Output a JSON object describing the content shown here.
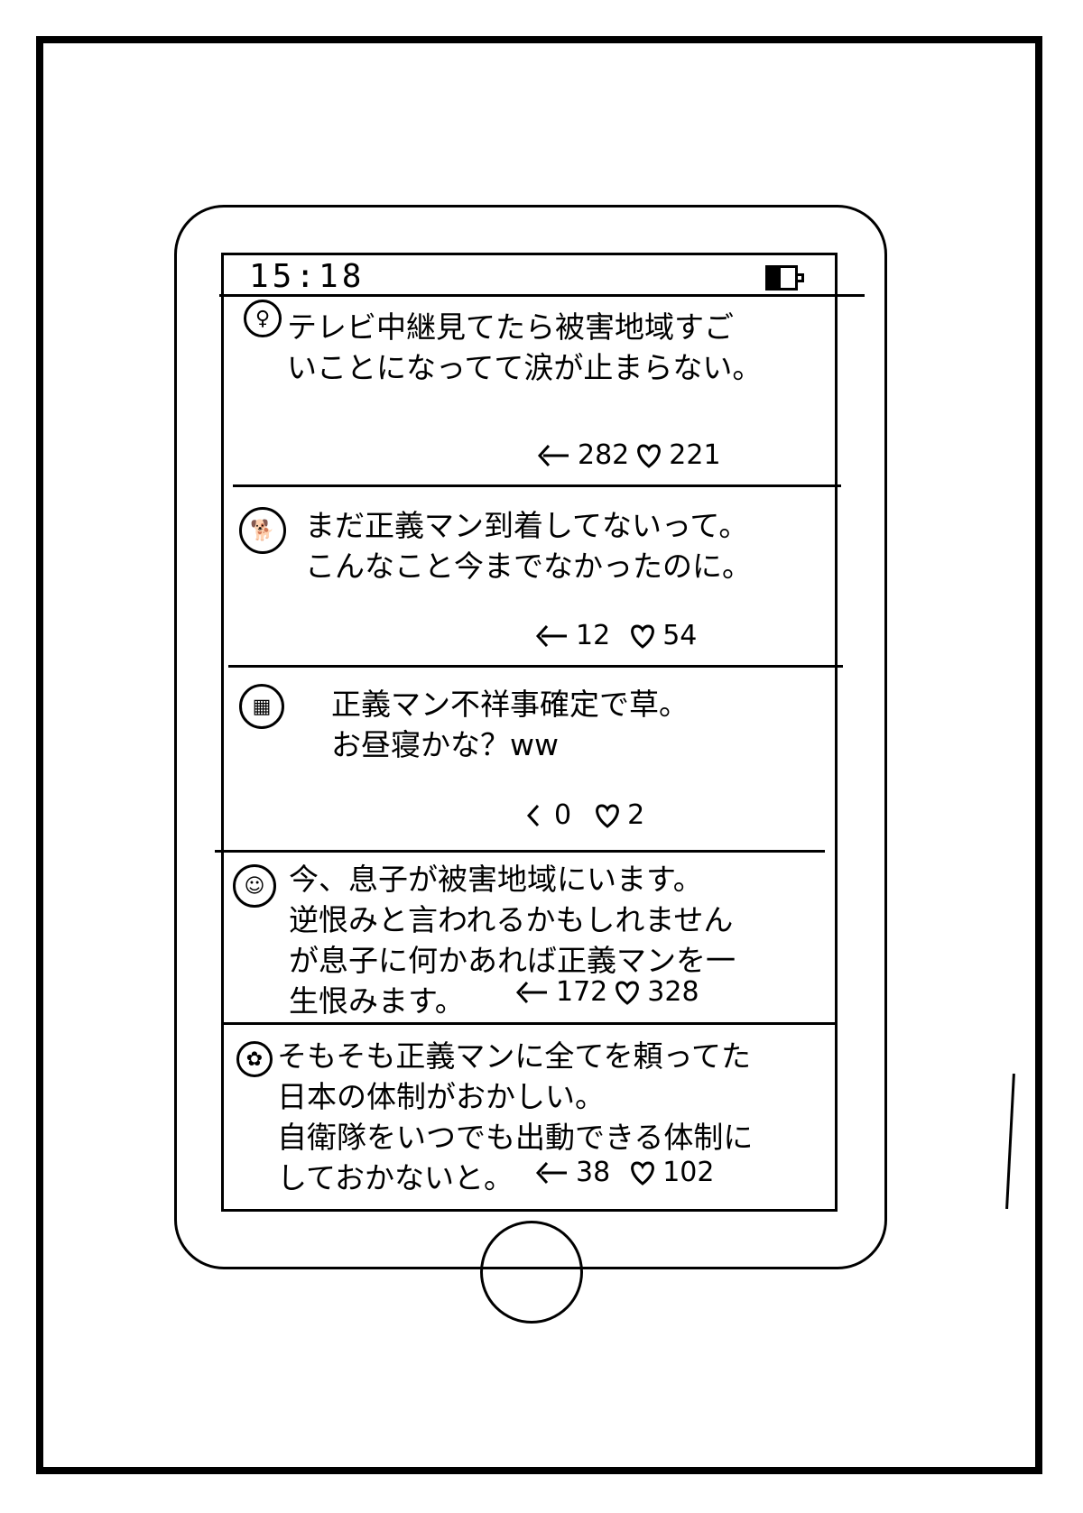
{
  "status_bar": {
    "time": "15:18"
  },
  "posts": [
    {
      "avatar_icon": "woman-with-bottle-icon",
      "text": "テレビ中継見てたら被害地域すご\nいことになってて涙が止まらない。",
      "reposts": "282",
      "likes": "221"
    },
    {
      "avatar_icon": "dog-icon",
      "text": "まだ正義マン到着してないって。\nこんなこと今までなかったのに。",
      "reposts": "12",
      "likes": "54"
    },
    {
      "avatar_icon": "building-icon",
      "text": "正義マン不祥事確定で草。\nお昼寝かな？ww",
      "reposts": "0",
      "likes": "2"
    },
    {
      "avatar_icon": "person-icon",
      "text": "今、息子が被害地域にいます。\n逆恨みと言われるかもしれません\nが息子に何かあれば正義マンを一\n生恨みます。",
      "reposts": "172",
      "likes": "328"
    },
    {
      "avatar_icon": "curly-hair-person-icon",
      "text": "そもそも正義マンに全てを頼ってた\n日本の体制がおかしい。\n自衛隊をいつでも出動できる体制に\nしておかないと。",
      "reposts": "38",
      "likes": "102"
    }
  ]
}
